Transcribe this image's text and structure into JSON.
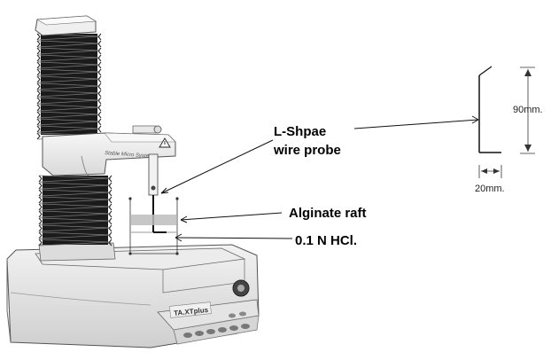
{
  "labels": {
    "probe_line1": "L-Shpae",
    "probe_line2": "wire probe",
    "raft": "Alginate raft",
    "acid": "0.1 N HCl."
  },
  "dimensions": {
    "height": "90mm.",
    "width": "20mm."
  },
  "instrument": {
    "brand_text": "Stable Micro Systems",
    "model_text": "TA.XTplus"
  }
}
